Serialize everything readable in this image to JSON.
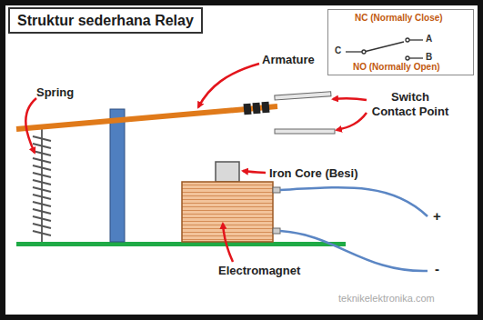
{
  "diagram": {
    "title": "Struktur sederhana Relay",
    "nodes": [
      {
        "text": [
          "NC (Normally Close)",
          "A",
          "C",
          "B",
          "NO (Normally Open)"
        ]
      }
    ],
    "edges": [],
    "labels": [
      "Spring",
      "Armature",
      "Switch Contact Point",
      "Iron Core (Besi)",
      "Electromagnet",
      "+",
      "-",
      "teknikelektronika.com"
    ]
  }
}
